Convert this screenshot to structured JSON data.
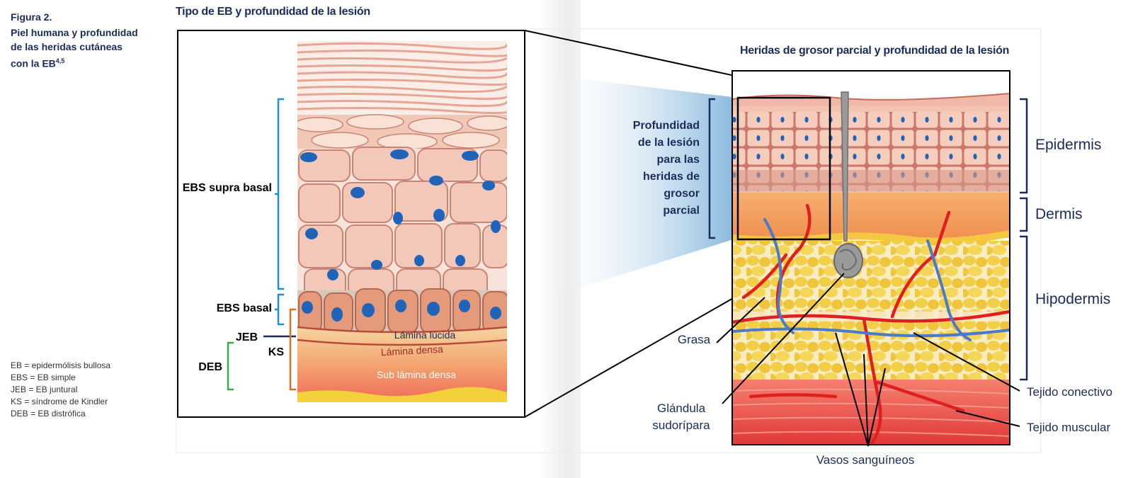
{
  "figure": {
    "number": "Figura 2.",
    "title_line1": "Piel humana y profundidad",
    "title_line2": "de las heridas cutáneas",
    "title_line3": "con la EB",
    "title_sup": "4,5"
  },
  "left_panel": {
    "title": "Tipo de EB y profundidad de la lesión",
    "labels": {
      "ebs_supra_basal": "EBS supra basal",
      "ebs_basal": "EBS basal",
      "jeb": "JEB",
      "deb": "DEB",
      "ks": "KS",
      "lamina_lucida": "Lámina lúcida",
      "lamina_densa": "Lámina densa",
      "sub_lamina_densa": "Sub lámina densa"
    }
  },
  "right_panel": {
    "title": "Heridas de grosor parcial y profundidad de la lesión",
    "depth_label": [
      "Profundidad",
      "de la lesión",
      "para las",
      "heridas de",
      "grosor",
      "parcial"
    ],
    "layers": {
      "epidermis": "Epidermis",
      "dermis": "Dermis",
      "hipodermis": "Hipodermis"
    },
    "annotations": {
      "grasa": "Grasa",
      "glandula_1": "Glándula",
      "glandula_2": "sudorípara",
      "vasos": "Vasos sanguíneos",
      "tejido_conectivo": "Tejido conectivo",
      "tejido_muscular": "Tejido muscular"
    }
  },
  "abbreviations": [
    "EB = epidermólisis bullosa",
    "EBS = EB simple",
    "JEB = EB juntural",
    "KS = síndrome de Kindler",
    "DEB = EB distrófica"
  ],
  "colors": {
    "navy": "#1c2c5a",
    "blue": "#2090d0",
    "green": "#3aaa45",
    "orange": "#e07020",
    "nucleus": "#1f64b8",
    "skin_pink": "#f3c3b4",
    "fat_yellow": "#f5d650",
    "vessel_red": "#e02020",
    "vessel_blue": "#4a7ac8"
  }
}
